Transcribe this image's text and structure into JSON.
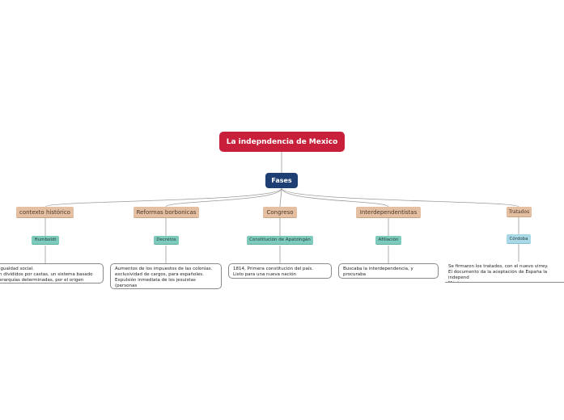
{
  "map": {
    "root": "La indepndencia de Mexico",
    "phase": "Fases",
    "branches": [
      {
        "topic": "contexto histórico",
        "sub": "Humboldt",
        "desc": "igualdad social.\nn divididos por castas, un sistema basado\nerarquías determinadas, por el origen étnico."
      },
      {
        "topic": "Reformas borbonicas",
        "sub": "Decretos",
        "desc": "Aumentos de los impuestos de las colonias.\nexclusividad de cargos, para españoles.\nExpulsión inmediata de los jesuistas (personas\nagradaban a indios y mestizos)."
      },
      {
        "topic": "Congreso",
        "sub": "Constitución de Apatzingán",
        "desc": "1814, Primera constitución del país.\nListo para una nueva nación independiente"
      },
      {
        "topic": "Interdependentistas",
        "sub": "Afiliación",
        "desc": "Buscaba la interdependencia, y procuraba\nla unión de todos los sectores sociales."
      },
      {
        "topic": "Tratados",
        "sub": "Córdoba",
        "desc": "Se firmaron los tratados, con el nuevo virrey.\nEl documento da la aceptación de España la independ\nMéxico."
      }
    ]
  },
  "colors": {
    "root": "#c8203a",
    "phase": "#1d3f73",
    "topic": "#e4bfa1",
    "sub": "#7ccbbd",
    "sub_alt": "#a9d8e6",
    "line": "#9a9a9a"
  }
}
